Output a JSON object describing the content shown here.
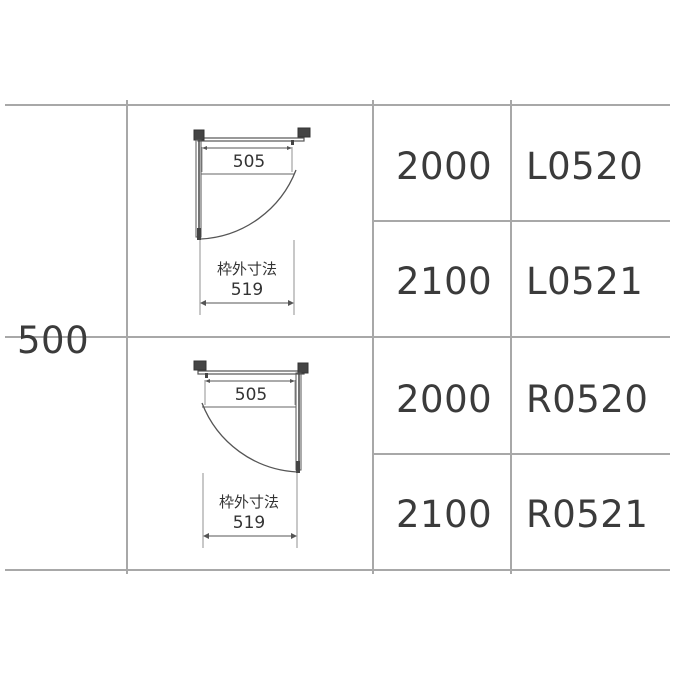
{
  "table": {
    "width_value": "500",
    "rows": [
      {
        "height": "2000",
        "code": "L0520"
      },
      {
        "height": "2100",
        "code": "L0521"
      },
      {
        "height": "2000",
        "code": "R0520"
      },
      {
        "height": "2100",
        "code": "R0521"
      }
    ]
  },
  "diagrams": {
    "left": {
      "inner_dim": "505",
      "frame_label": "枠外寸法",
      "frame_dim": "519"
    },
    "right": {
      "inner_dim": "505",
      "frame_label": "枠外寸法",
      "frame_dim": "519"
    }
  }
}
